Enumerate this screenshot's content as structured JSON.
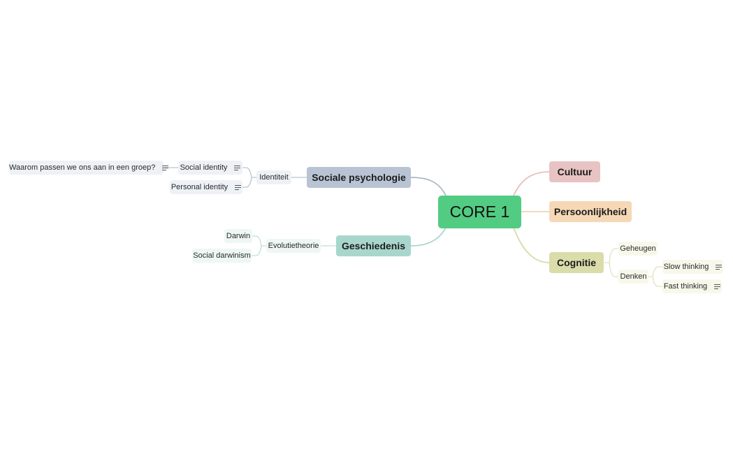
{
  "mindmap": {
    "central": {
      "label": "CORE 1",
      "color": "#52cc82"
    },
    "branches": {
      "sociale": {
        "label": "Sociale psychologie",
        "color": "#b8c4d4",
        "line": "#aab6c6"
      },
      "identiteit": {
        "label": "Identiteit"
      },
      "social_identity": {
        "label": "Social identity",
        "notes_icon": "notes-icon"
      },
      "waarom": {
        "label": "Waarom passen we ons aan in een groep?",
        "notes_icon": "notes-icon"
      },
      "personal_identity": {
        "label": "Personal identity",
        "notes_icon": "notes-icon"
      },
      "geschiedenis": {
        "label": "Geschiedenis",
        "color": "#a9d6cc",
        "line": "#a9d6cc"
      },
      "evolutie": {
        "label": "Evolutietheorie"
      },
      "darwin": {
        "label": "Darwin"
      },
      "darwinism": {
        "label": "Social darwinism"
      },
      "cultuur": {
        "label": "Cultuur",
        "color": "#e8c3c3",
        "line": "#e6c0bc"
      },
      "persoonlijkheid": {
        "label": "Persoonlijkheid",
        "color": "#f6d8b6",
        "line": "#f3d3b2"
      },
      "cognitie": {
        "label": "Cognitie",
        "color": "#dadcaa",
        "line": "#d7dca8"
      },
      "geheugen": {
        "label": "Geheugen"
      },
      "denken": {
        "label": "Denken"
      },
      "slow": {
        "label": "Slow thinking",
        "notes_icon": "notes-icon"
      },
      "fast": {
        "label": "Fast thinking",
        "notes_icon": "notes-icon"
      }
    }
  }
}
